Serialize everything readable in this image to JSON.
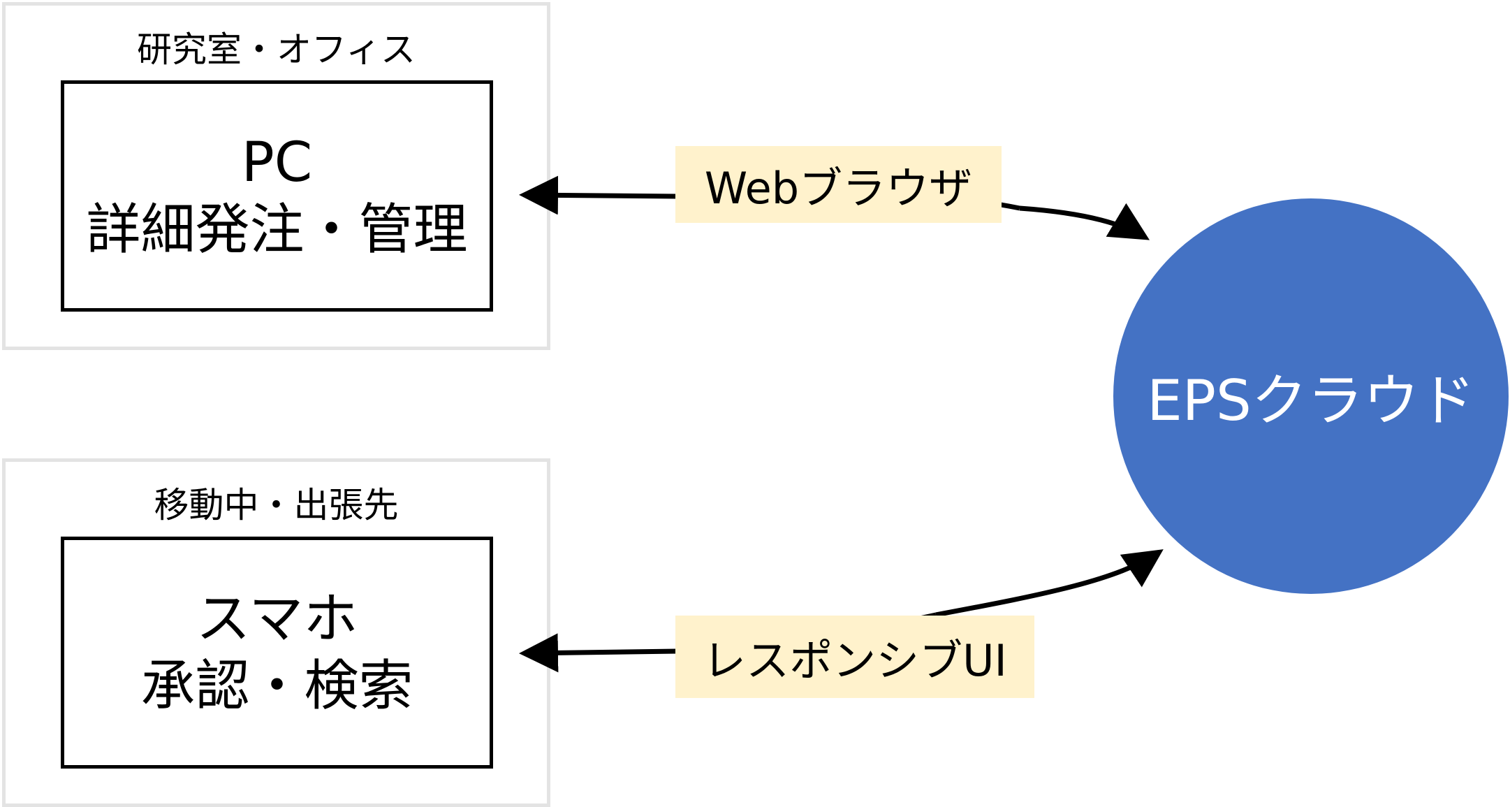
{
  "zones": [
    {
      "title": "研究室・オフィス",
      "device": {
        "lines": [
          "PC",
          "詳細発注・管理"
        ]
      }
    },
    {
      "title": "移動中・出張先",
      "device": {
        "lines": [
          "スマホ",
          "承認・検索"
        ]
      }
    }
  ],
  "connections": [
    {
      "label": "Webブラウザ",
      "from": "EPSクラウド",
      "to": "PC"
    },
    {
      "label": "レスポンシブUI",
      "from": "EPSクラウド",
      "to": "スマホ"
    }
  ],
  "cloud": {
    "label": "EPSクラウド",
    "color": "#4472c4"
  },
  "colors": {
    "label_bg": "#fff2cc",
    "zone_border": "#e3e3e3"
  }
}
